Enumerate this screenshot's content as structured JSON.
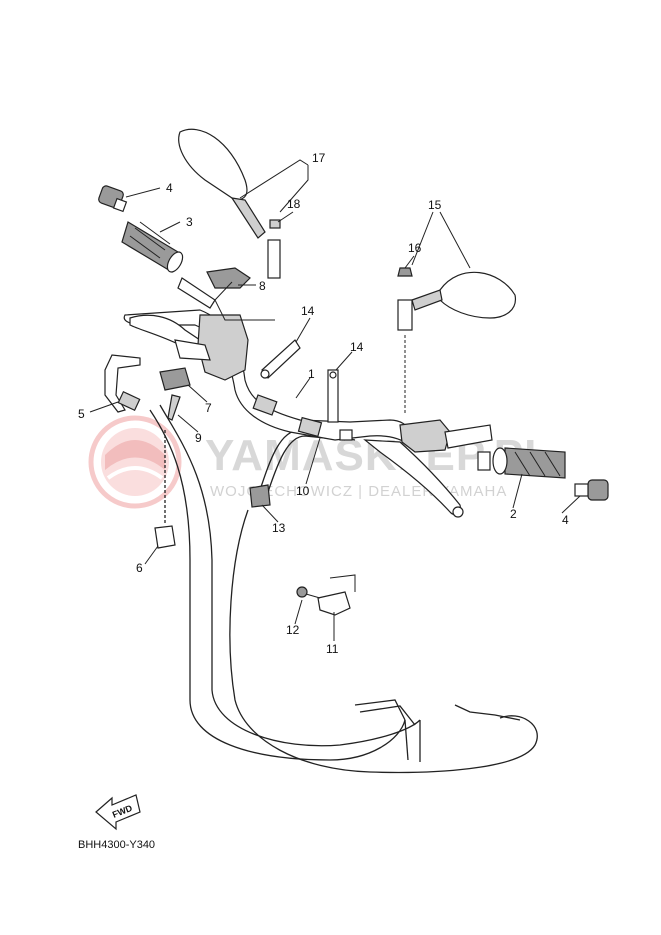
{
  "diagram": {
    "code": "BHH4300-Y340",
    "fwd_label": "FWD",
    "watermark": {
      "brand": "YAMASKLEP.PL",
      "tagline": "WOJCIECHOWICZ | DEALER YAMAHA"
    },
    "labels": [
      {
        "id": "1",
        "text": "1"
      },
      {
        "id": "2",
        "text": "2"
      },
      {
        "id": "3",
        "text": "3"
      },
      {
        "id": "4a",
        "text": "4"
      },
      {
        "id": "4b",
        "text": "4"
      },
      {
        "id": "5",
        "text": "5"
      },
      {
        "id": "6",
        "text": "6"
      },
      {
        "id": "7",
        "text": "7"
      },
      {
        "id": "8",
        "text": "8"
      },
      {
        "id": "9",
        "text": "9"
      },
      {
        "id": "10",
        "text": "10"
      },
      {
        "id": "11",
        "text": "11"
      },
      {
        "id": "12",
        "text": "12"
      },
      {
        "id": "13",
        "text": "13"
      },
      {
        "id": "14a",
        "text": "14"
      },
      {
        "id": "14b",
        "text": "14"
      },
      {
        "id": "15",
        "text": "15"
      },
      {
        "id": "16",
        "text": "16"
      },
      {
        "id": "17",
        "text": "17"
      },
      {
        "id": "18",
        "text": "18"
      }
    ]
  }
}
